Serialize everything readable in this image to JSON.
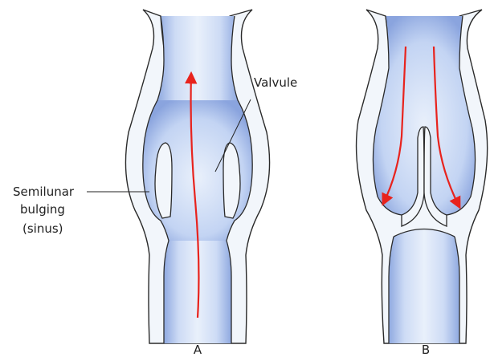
{
  "labels": {
    "valvule": "Valvule",
    "semilunar_line1": "Semilunar",
    "semilunar_line2": "bulging",
    "semilunar_line3": "(sinus)",
    "caption_a": "A",
    "caption_b": "B"
  },
  "colors": {
    "wall_fill": "#f2f6fb",
    "wall_stroke": "#2a2a2a",
    "lumen_light": "#dbe6f8",
    "lumen_dark": "#8fa9e0",
    "flow_arrow": "#e8231d",
    "leader": "#222222"
  },
  "panels": [
    {
      "id": "A",
      "state": "valve open",
      "flow_direction": "upward"
    },
    {
      "id": "B",
      "state": "valve closed",
      "flow_direction": "downward"
    }
  ]
}
